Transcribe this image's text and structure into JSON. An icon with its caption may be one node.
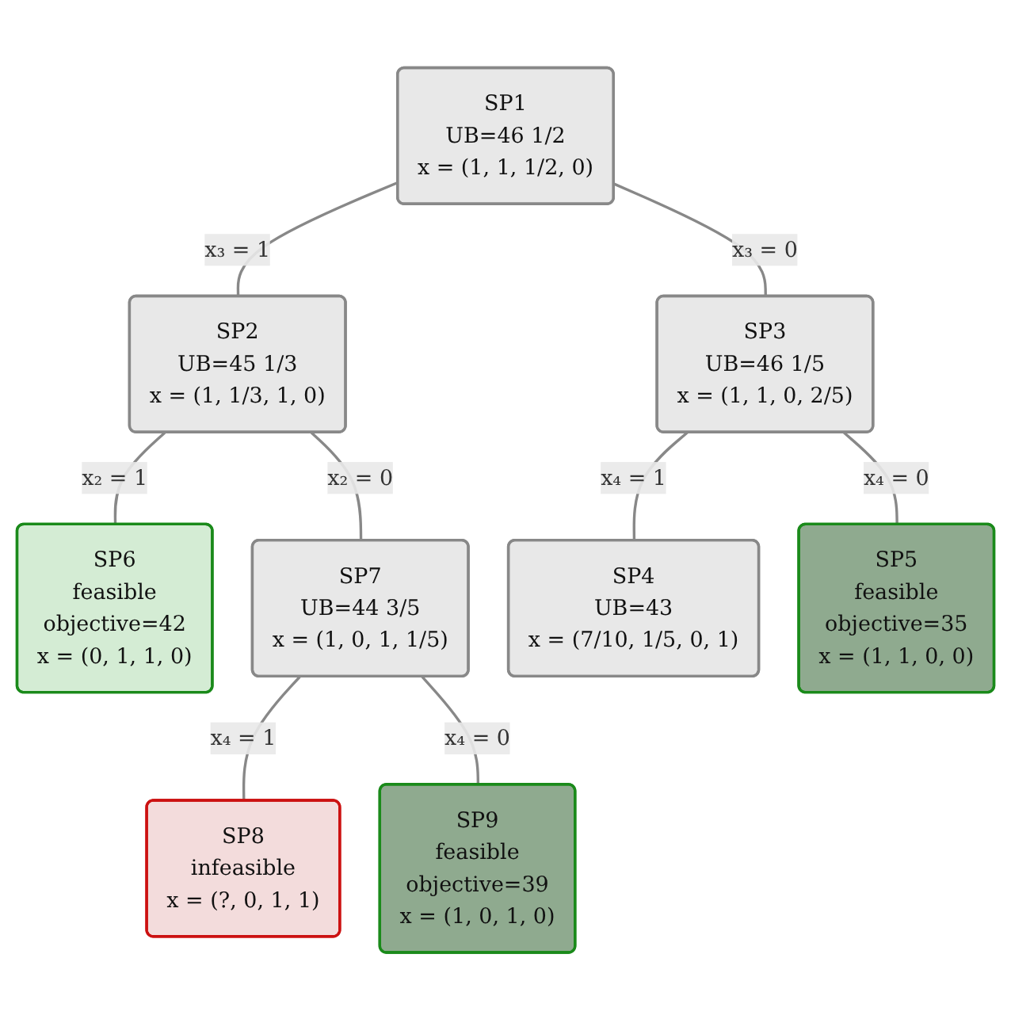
{
  "diagram": {
    "nodes": [
      {
        "text": [
          "SP1",
          "UB=46 1/2",
          "x = (1, 1, 1/2, 0)"
        ]
      },
      {
        "text": [
          "SP2",
          "UB=45 1/3",
          "x = (1, 1/3, 1, 0)"
        ]
      },
      {
        "text": [
          "SP3",
          "UB=46 1/5",
          "x = (1, 1, 0, 2/5)"
        ]
      },
      {
        "text": [
          "SP6",
          "feasible",
          "objective=42",
          "x = (0, 1, 1, 0)"
        ]
      },
      {
        "text": [
          "SP7",
          "UB=44 3/5",
          "x = (1, 0, 1, 1/5)"
        ]
      },
      {
        "text": [
          "SP4",
          "UB=43",
          "x = (7/10, 1/5, 0, 1)"
        ]
      },
      {
        "text": [
          "SP5",
          "feasible",
          "objective=35",
          "x = (1, 1, 0, 0)"
        ]
      },
      {
        "text": [
          "SP8",
          "infeasible",
          "x = (?, 0, 1, 1)"
        ]
      },
      {
        "text": [
          "SP9",
          "feasible",
          "objective=39",
          "x = (1, 0, 1, 0)"
        ]
      }
    ],
    "edges": [
      {
        "from": 0,
        "to": 1,
        "arrow": "none",
        "label": "x₃ = 1"
      },
      {
        "from": 0,
        "to": 2,
        "arrow": "none",
        "label": "x₃ = 0"
      },
      {
        "from": 1,
        "to": 3,
        "arrow": "none",
        "label": "x₂ = 1"
      },
      {
        "from": 1,
        "to": 4,
        "arrow": "none",
        "label": "x₂ = 0"
      },
      {
        "from": 2,
        "to": 5,
        "arrow": "none",
        "label": "x₄ = 1"
      },
      {
        "from": 2,
        "to": 6,
        "arrow": "none",
        "label": "x₄ = 0"
      },
      {
        "from": 4,
        "to": 7,
        "arrow": "none",
        "label": "x₄ = 1"
      },
      {
        "from": 4,
        "to": 8,
        "arrow": "none",
        "label": "x₄ = 0"
      }
    ]
  }
}
